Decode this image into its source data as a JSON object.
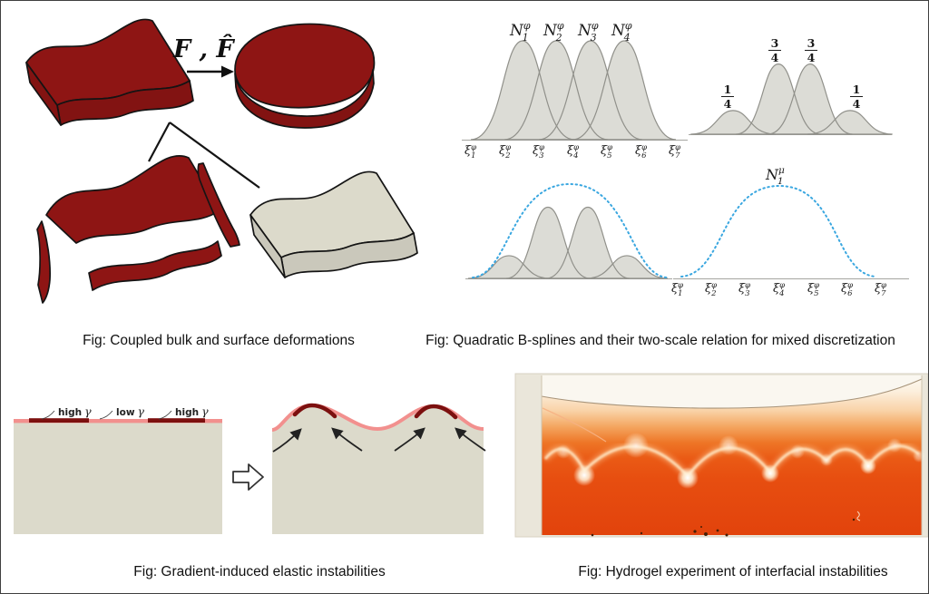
{
  "canvas": {
    "background": "#ffffff",
    "border_color": "#3f3f3f"
  },
  "deformation_panel": {
    "caption": "Fig: Coupled bulk and surface deformations",
    "deformation_label": "F , F̂",
    "bulk_color": "#8e1514",
    "surface_color": "#dcdacb"
  },
  "bspline_panel": {
    "caption": "Fig: Quadratic B-splines and their two-scale relation for mixed discretization",
    "basis_symbol": "N",
    "knot_symbol": "ξ",
    "phi": "φ",
    "mu": "μ",
    "basis_indices": [
      "1",
      "2",
      "3",
      "4"
    ],
    "knot_indices": [
      "1",
      "2",
      "3",
      "4",
      "5",
      "6",
      "7"
    ],
    "coarse_basis_index": "1",
    "quarter": {
      "num": "1",
      "den": "4"
    },
    "three_quarter": {
      "num": "3",
      "den": "4"
    },
    "fine_fill": "#dcdcd6",
    "curve_outline": "#90908a",
    "coarse_color": "#3aa7e0"
  },
  "instability_panel": {
    "caption": "Fig: Gradient-induced elastic instabilities",
    "high_label": "high",
    "low_label": "low",
    "gamma": "γ",
    "substrate_color": "#dcdacb",
    "film_color": "#f2908e",
    "stiff_film_color": "#7c100f"
  },
  "hydrogel_panel": {
    "caption": "Fig: Hydrogel experiment of interfacial instabilities",
    "deep_orange": "#e6470e",
    "frame_color": "#eae6da"
  }
}
